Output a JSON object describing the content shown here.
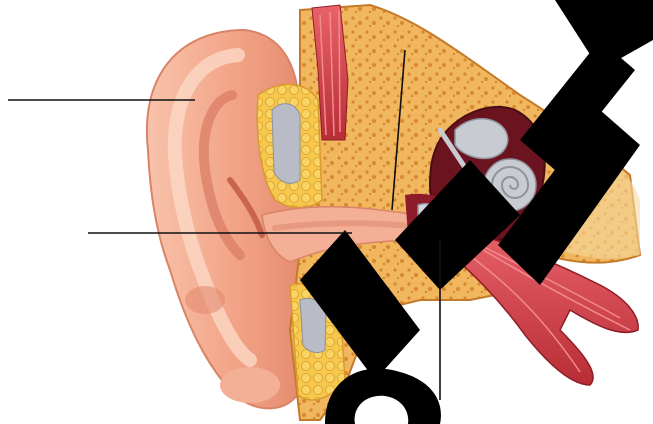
{
  "diagram": {
    "subject": "ear-anatomy-cross-section",
    "labels": [
      {
        "id": "label-line-auricle",
        "text": ""
      },
      {
        "id": "label-line-ear-canal",
        "text": ""
      },
      {
        "id": "label-line-eardrum",
        "text": ""
      },
      {
        "id": "label-line-middle-ear",
        "text": ""
      }
    ],
    "colors": {
      "skin": "#f2a184",
      "skin_light": "#f9c9b2",
      "skin_shadow": "#d97a63",
      "bone": "#f0b75e",
      "bone_light": "#f7d9a0",
      "bone_dot": "#d8892f",
      "cartilage_gray": "#b9bcc6",
      "muscle_red": "#d9444a",
      "muscle_dark": "#a3232c",
      "cavity_dark": "#6b1420",
      "cochlea_gray": "#c9cbd3",
      "watermark": "#000000",
      "leader_lines": "#111111"
    }
  }
}
